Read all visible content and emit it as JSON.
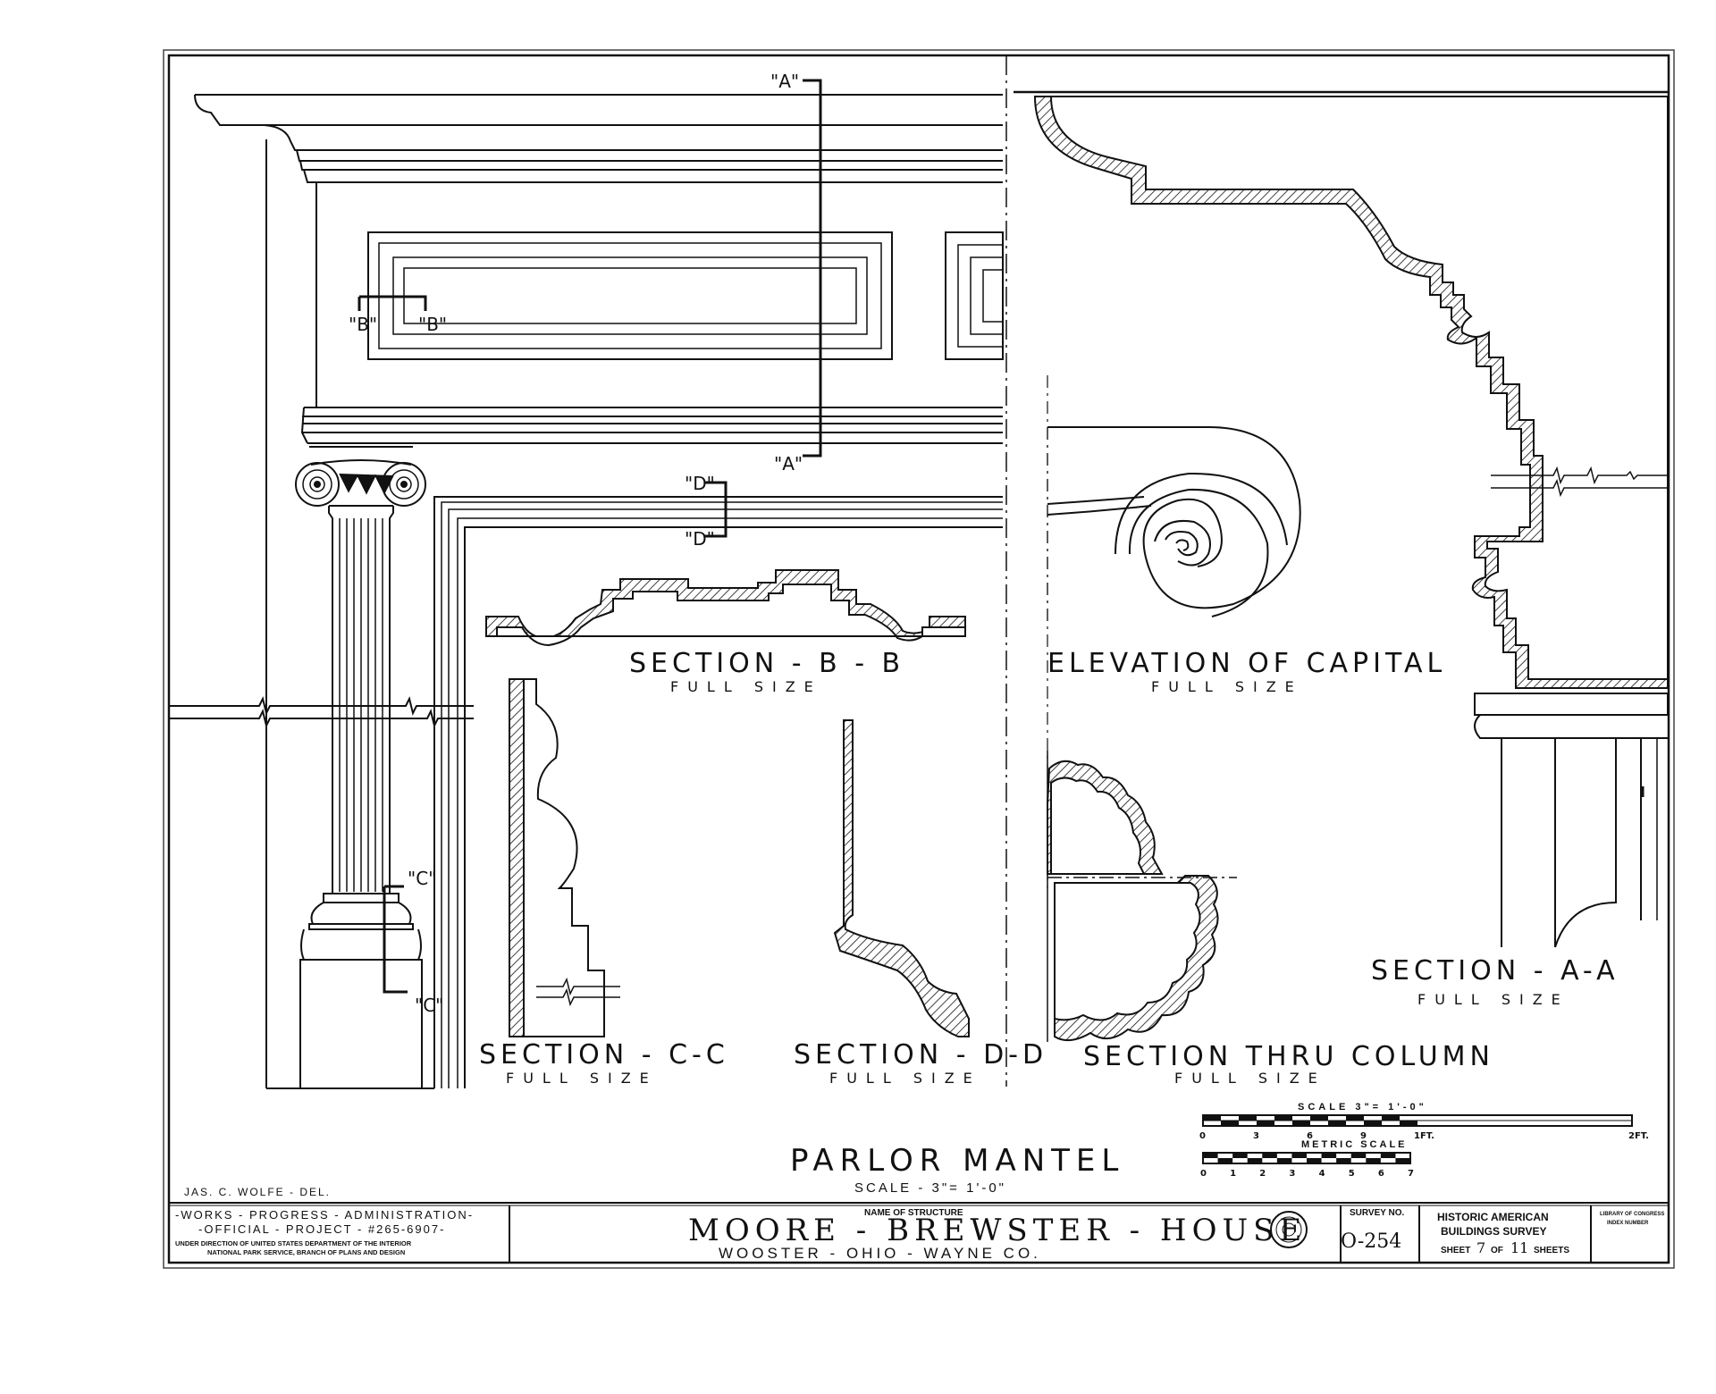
{
  "markers": {
    "a_top": "\"A\"",
    "a_bottom": "\"A\"",
    "b_left": "\"B\"",
    "b_right": "\"B\"",
    "c_top": "\"C\"",
    "c_bottom": "\"C\"",
    "d_top": "\"D\"",
    "d_bottom": "\"D\""
  },
  "labels": {
    "section_bb": "SECTION - B - B",
    "section_bb_sub": "FULL  SIZE",
    "elevation_capital": "ELEVATION  OF  CAPITAL",
    "elevation_capital_sub": "FULL   SIZE",
    "section_aa": "SECTION  -  A-A",
    "section_aa_sub": "FULL    SIZE",
    "section_cc": "SECTION - C-C",
    "section_cc_sub": "FULL   SIZE",
    "section_dd": "SECTION - D-D",
    "section_dd_sub": "FULL  SIZE",
    "section_column": "SECTION  THRU  COLUMN",
    "section_column_sub": "FULL   SIZE"
  },
  "scale_bars": {
    "imperial_title": "SCALE   3\"= 1'-0\"",
    "imperial_ticks": [
      "0",
      "3",
      "6",
      "9",
      "1FT.",
      "2FT."
    ],
    "metric_title": "METRIC  SCALE",
    "metric_ticks": [
      "0",
      "1",
      "2",
      "3",
      "4",
      "5",
      "6",
      "7"
    ]
  },
  "drawing_title": {
    "name": "PARLOR  MANTEL",
    "scale": "SCALE - 3\"= 1'-0\""
  },
  "delineator": "JAS. C. WOLFE - DEL.",
  "title_block": {
    "wpa_line1": "-WORKS - PROGRESS - ADMINISTRATION-",
    "wpa_line2": "-OFFICIAL - PROJECT - #265-6907-",
    "wpa_line3": "UNDER DIRECTION OF UNITED STATES DEPARTMENT OF THE INTERIOR",
    "wpa_line4": "NATIONAL PARK SERVICE, BRANCH OF PLANS AND DESIGN",
    "name_heading": "NAME OF STRUCTURE",
    "structure_name": "MOORE - BREWSTER - HOUSE",
    "location": "WOOSTER  -  OHIO  -  WAYNE  CO.",
    "survey_heading": "SURVEY NO.",
    "survey_no": "O-254",
    "habs_line1": "HISTORIC AMERICAN",
    "habs_line2": "BUILDINGS SURVEY",
    "sheet_word": "SHEET",
    "sheet_no": "7",
    "of_word": "OF",
    "sheet_total": "11",
    "sheets_word": "SHEETS",
    "loc_line1": "LIBRARY OF CONGRESS",
    "loc_line2": "INDEX NUMBER"
  },
  "colors": {
    "ink": "#111111",
    "paper": "#ffffff"
  }
}
